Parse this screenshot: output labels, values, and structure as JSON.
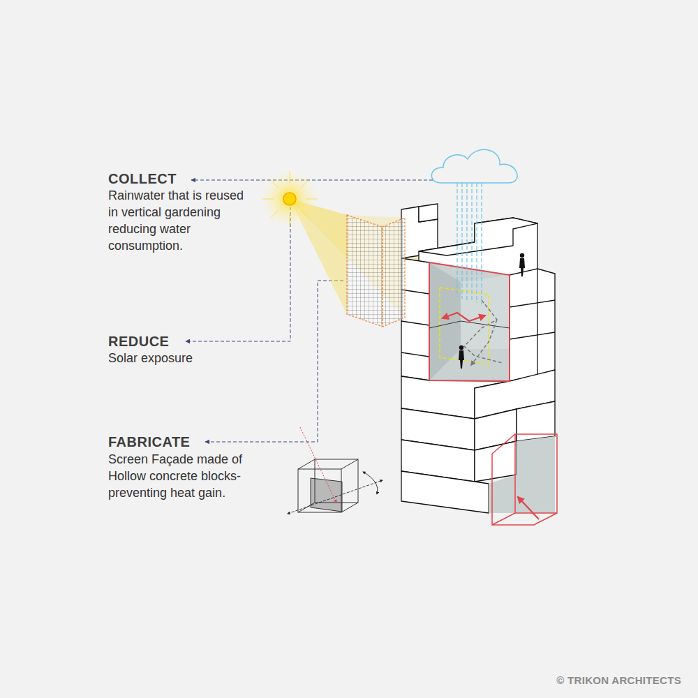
{
  "diagram": {
    "labels": [
      "COLLECT",
      "Rainwater that is reused in vertical gardening reducing water consumption.",
      "REDUCE",
      "Solar exposure",
      "FABRICATE",
      "Screen Façade made of Hollow concrete blocks- preventing heat gain.",
      "© TRIKON ARCHITECTS"
    ]
  }
}
